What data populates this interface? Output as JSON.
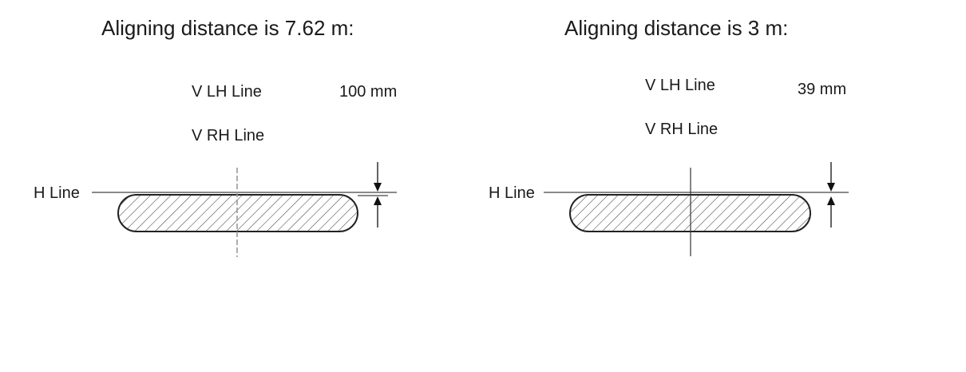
{
  "left_panel": {
    "title": "Aligning distance is 7.62 m:",
    "v_lh_label": "V LH Line",
    "measurement": "100 mm",
    "v_rh_label": "V RH Line",
    "h_label": "H Line"
  },
  "right_panel": {
    "title": "Aligning distance is 3 m:",
    "v_lh_label": "V LH Line",
    "measurement": "39 mm",
    "v_rh_label": "V RH Line",
    "h_label": "H Line"
  }
}
